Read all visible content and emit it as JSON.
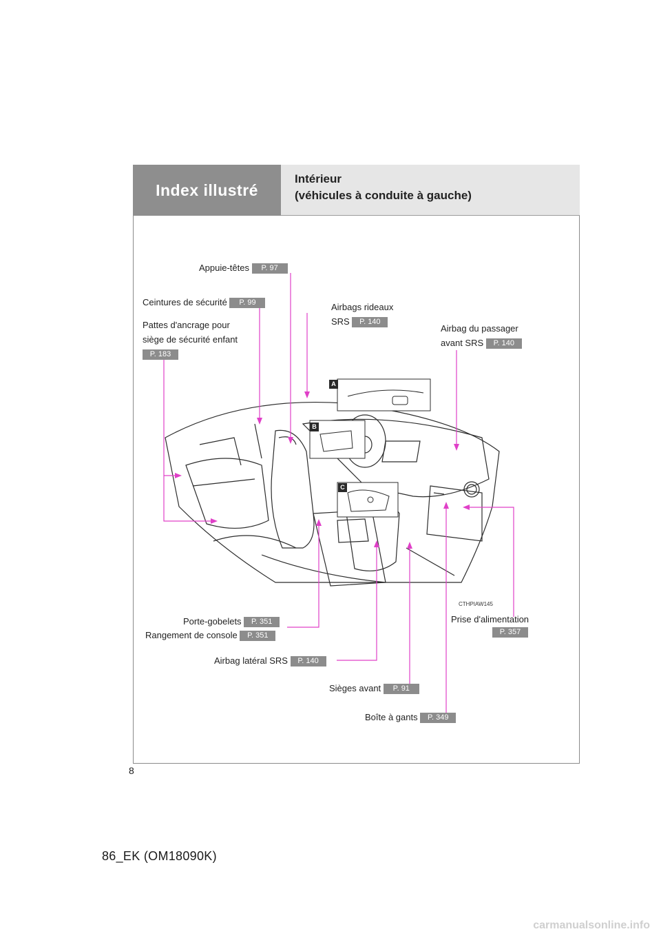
{
  "header": {
    "section": "Index illustré",
    "title": "Intérieur\n(véhicules à conduite à gauche)"
  },
  "callouts": {
    "headrests": {
      "label": "Appuie-têtes",
      "page": "P. 97"
    },
    "seatbelts": {
      "label": "Ceintures de sécurité",
      "page": "P. 99"
    },
    "child_anchors": {
      "line1": "Pattes d'ancrage pour",
      "line2": "siège de sécurité enfant",
      "page": "P. 183"
    },
    "curtain_airbags": {
      "line1": "Airbags rideaux",
      "line2": "SRS",
      "page": "P. 140"
    },
    "passenger_airbag": {
      "line1": "Airbag du passager",
      "line2": "avant SRS",
      "page": "P. 140"
    },
    "cup_holders": {
      "label": "Porte-gobelets",
      "page": "P. 351"
    },
    "console_box": {
      "label": "Rangement de console",
      "page": "P. 351"
    },
    "side_airbag": {
      "label": "Airbag latéral SRS",
      "page": "P. 140"
    },
    "front_seats": {
      "label": "Sièges avant",
      "page": "P. 91"
    },
    "glove_box": {
      "label": "Boîte à gants",
      "page": "P. 349"
    },
    "power_outlet": {
      "label": "Prise d'alimentation",
      "page": "P. 357"
    }
  },
  "illustration": {
    "tags": [
      "A",
      "B",
      "C"
    ],
    "code": "CTHPIAW145"
  },
  "page_number": "8",
  "footer_code": "86_EK (OM18090K)",
  "watermark": "carmanualsonline.info",
  "colors": {
    "leader": "#e040c8",
    "header_dark": "#8e8e8e",
    "header_light": "#e6e6e6"
  }
}
